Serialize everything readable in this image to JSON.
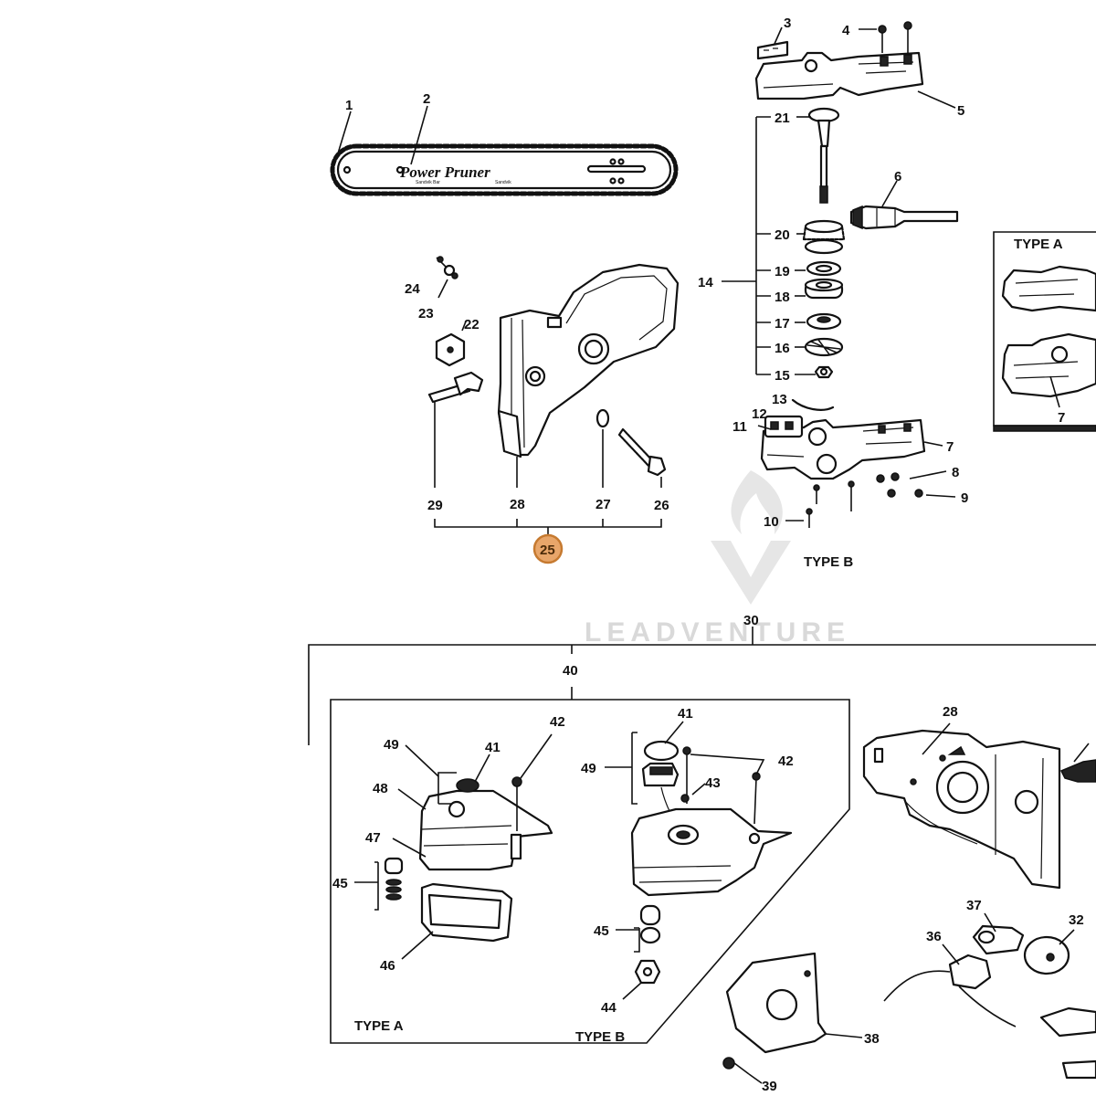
{
  "diagram": {
    "callouts": {
      "n1": "1",
      "n2": "2",
      "n3": "3",
      "n4": "4",
      "n5": "5",
      "n6": "6",
      "n7": "7",
      "n7a": "7",
      "n8": "8",
      "n9": "9",
      "n10": "10",
      "n11": "11",
      "n12": "12",
      "n13": "13",
      "n14": "14",
      "n15": "15",
      "n16": "16",
      "n17": "17",
      "n18": "18",
      "n19": "19",
      "n20": "20",
      "n21": "21",
      "n22": "22",
      "n23": "23",
      "n24": "24",
      "n25": "25",
      "n26": "26",
      "n27": "27",
      "n28": "28",
      "n28b": "28",
      "n29": "29",
      "n30": "30",
      "n32": "32",
      "n36": "36",
      "n37": "37",
      "n38": "38",
      "n39": "39",
      "n40": "40",
      "n41a": "41",
      "n41b": "41",
      "n42a": "42",
      "n42b": "42",
      "n43": "43",
      "n44": "44",
      "n45a": "45",
      "n45b": "45",
      "n46": "46",
      "n47": "47",
      "n48": "48",
      "n49a": "49",
      "n49b": "49"
    },
    "type_labels": {
      "inset_type_a": "TYPE A",
      "upper_type_b": "TYPE B",
      "lower_type_a": "TYPE A",
      "lower_type_b": "TYPE B"
    },
    "bar_logo": {
      "brand": "Power Pruner",
      "small_left": "Sandvik Bar",
      "small_right": "Sandvik"
    },
    "watermark": "LEADVENTURE",
    "highlight_color": "#e8a66a"
  }
}
